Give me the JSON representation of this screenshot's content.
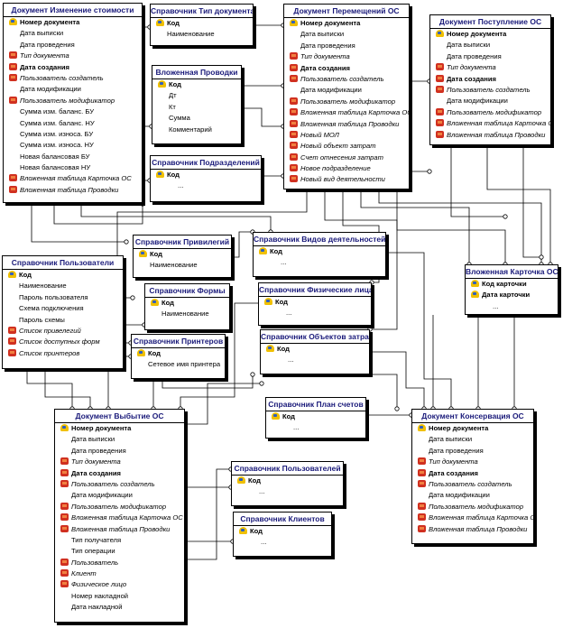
{
  "entities": {
    "change_value": {
      "title": "Документ Изменение стоимости",
      "fields": [
        {
          "label": "Номер документа",
          "icon": "key-icon",
          "bold": true
        },
        {
          "label": "Дата выписки"
        },
        {
          "label": "Дата проведения"
        },
        {
          "label": "Тип документа",
          "icon": "fk-icon",
          "italic": true
        },
        {
          "label": "Дата создания",
          "icon": "fk-icon",
          "bold": true
        },
        {
          "label": "Пользователь создатель",
          "icon": "fk-icon",
          "italic": true
        },
        {
          "label": "Дата модификации"
        },
        {
          "label": "Пользователь модификатор",
          "icon": "fk-icon",
          "italic": true
        },
        {
          "label": "Сумма изм. баланс. БУ"
        },
        {
          "label": "Сумма изм. баланс. НУ"
        },
        {
          "label": "Сумма изм. износа. БУ"
        },
        {
          "label": "Сумма изм. износа. НУ"
        },
        {
          "label": "Новая балансовая БУ"
        },
        {
          "label": "Новая балансовая НУ"
        },
        {
          "label": "Вложенная таблица Карточка ОС",
          "icon": "fk-icon",
          "italic": true
        },
        {
          "label": "Вложенная таблица Проводки",
          "icon": "fk-icon",
          "italic": true
        }
      ]
    },
    "doc_type": {
      "title": "Справочник Тип документа",
      "fields": [
        {
          "label": "Код",
          "icon": "key-icon",
          "bold": true
        },
        {
          "label": "Наименование"
        }
      ]
    },
    "nested_postings": {
      "title": "Вложенная Проводки",
      "fields": [
        {
          "label": "Код",
          "icon": "key-icon",
          "bold": true
        },
        {
          "label": "Дт"
        },
        {
          "label": "Кт"
        },
        {
          "label": "Сумма"
        },
        {
          "label": "Комментарий"
        }
      ]
    },
    "move": {
      "title": "Документ Перемещений ОС",
      "fields": [
        {
          "label": "Номер документа",
          "icon": "key-icon",
          "bold": true
        },
        {
          "label": "Дата выписки"
        },
        {
          "label": "Дата проведения"
        },
        {
          "label": "Тип документа",
          "icon": "fk-icon",
          "italic": true
        },
        {
          "label": "Дата создания",
          "icon": "fk-icon",
          "bold": true
        },
        {
          "label": "Пользователь создатель",
          "icon": "fk-icon",
          "italic": true
        },
        {
          "label": "Дата модификации"
        },
        {
          "label": "Пользователь модификатор",
          "icon": "fk-icon",
          "italic": true
        },
        {
          "label": "Вложенная таблица Карточка ОС",
          "icon": "fk-icon",
          "italic": true
        },
        {
          "label": "Вложенная таблица Проводки",
          "icon": "fk-icon",
          "italic": true
        },
        {
          "label": "Новый МОЛ",
          "icon": "fk-icon",
          "italic": true
        },
        {
          "label": "Новый объект затрат",
          "icon": "fk-icon",
          "italic": true
        },
        {
          "label": "Счет отнесения затрат",
          "icon": "fk-icon",
          "italic": true
        },
        {
          "label": "Новое подразделение",
          "icon": "fk-icon",
          "italic": true
        },
        {
          "label": "Новый вид деятельности",
          "icon": "fk-icon",
          "italic": true
        }
      ]
    },
    "receipt": {
      "title": "Документ Поступление ОС",
      "fields": [
        {
          "label": "Номер документа",
          "icon": "key-icon",
          "bold": true
        },
        {
          "label": "Дата выписки"
        },
        {
          "label": "Дата проведения"
        },
        {
          "label": "Тип документа",
          "icon": "fk-icon",
          "italic": true
        },
        {
          "label": "Дата создания",
          "icon": "fk-icon",
          "bold": true
        },
        {
          "label": "Пользователь создатель",
          "icon": "fk-icon",
          "italic": true
        },
        {
          "label": "Дата модификации"
        },
        {
          "label": "Пользователь модификатор",
          "icon": "fk-icon",
          "italic": true
        },
        {
          "label": "Вложенная таблица Карточка ОС",
          "icon": "fk-icon",
          "italic": true
        },
        {
          "label": "Вложенная таблица Проводки",
          "icon": "fk-icon",
          "italic": true
        }
      ]
    },
    "departments": {
      "title": "Справочник Подразделений",
      "fields": [
        {
          "label": "Код",
          "icon": "key-icon",
          "bold": true
        },
        {
          "label": "..."
        }
      ]
    },
    "privileges": {
      "title": "Справочник Привилегий",
      "fields": [
        {
          "label": "Код",
          "icon": "key-icon",
          "bold": true
        },
        {
          "label": "Наименование"
        }
      ]
    },
    "activities": {
      "title": "Справочник Видов деятельностей",
      "fields": [
        {
          "label": "Код",
          "icon": "key-icon",
          "bold": true
        },
        {
          "label": "..."
        }
      ]
    },
    "users": {
      "title": "Справочник Пользователи",
      "fields": [
        {
          "label": "Код",
          "icon": "key-icon",
          "bold": true
        },
        {
          "label": "Наименование"
        },
        {
          "label": "Пароль пользователя"
        },
        {
          "label": "Схема подключения"
        },
        {
          "label": "Пароль схемы"
        },
        {
          "label": "Список привелегий",
          "icon": "fk-icon",
          "italic": true
        },
        {
          "label": "Список доступных форм",
          "icon": "fk-icon",
          "italic": true
        },
        {
          "label": "Список принтеров",
          "icon": "fk-icon",
          "italic": true
        }
      ]
    },
    "forms": {
      "title": "Справочник Формы",
      "fields": [
        {
          "label": "Код",
          "icon": "key-icon",
          "bold": true
        },
        {
          "label": "Наименование"
        }
      ]
    },
    "persons": {
      "title": "Справочник Физические лица",
      "fields": [
        {
          "label": "Код",
          "icon": "key-icon",
          "bold": true
        },
        {
          "label": "..."
        }
      ]
    },
    "nested_card": {
      "title": "Вложенная Карточка ОС",
      "fields": [
        {
          "label": "Код карточки",
          "icon": "key-icon",
          "bold": true
        },
        {
          "label": "Дата карточки",
          "icon": "key-icon",
          "bold": true
        },
        {
          "label": "..."
        }
      ]
    },
    "printers": {
      "title": "Справочник Принтеров",
      "fields": [
        {
          "label": "Код",
          "icon": "key-icon",
          "bold": true
        },
        {
          "label": "Сетевое имя принтера"
        }
      ]
    },
    "cost_objects": {
      "title": "Справочник Объектов затрат",
      "fields": [
        {
          "label": "Код",
          "icon": "key-icon",
          "bold": true
        },
        {
          "label": "..."
        }
      ]
    },
    "accounts": {
      "title": "Справочник План счетов",
      "fields": [
        {
          "label": "Код",
          "icon": "key-icon",
          "bold": true
        },
        {
          "label": "..."
        }
      ]
    },
    "disposal": {
      "title": "Документ Выбытие ОС",
      "fields": [
        {
          "label": "Номер документа",
          "icon": "key-icon",
          "bold": true
        },
        {
          "label": "Дата выписки"
        },
        {
          "label": "Дата проведения"
        },
        {
          "label": "Тип документа",
          "icon": "fk-icon",
          "italic": true
        },
        {
          "label": "Дата создания",
          "icon": "fk-icon",
          "bold": true
        },
        {
          "label": "Пользователь создатель",
          "icon": "fk-icon",
          "italic": true
        },
        {
          "label": "Дата модификации"
        },
        {
          "label": "Пользователь модификатор",
          "icon": "fk-icon",
          "italic": true
        },
        {
          "label": "Вложенная таблица Карточка ОС",
          "icon": "fk-icon",
          "italic": true
        },
        {
          "label": "Вложенная таблица Проводки",
          "icon": "fk-icon",
          "italic": true
        },
        {
          "label": "Тип получателя"
        },
        {
          "label": "Тип операции"
        },
        {
          "label": "Пользователь",
          "icon": "fk-icon",
          "italic": true
        },
        {
          "label": "Клиент",
          "icon": "fk-icon",
          "italic": true
        },
        {
          "label": "Физическое лицо",
          "icon": "fk-icon",
          "italic": true
        },
        {
          "label": "Номер накладной"
        },
        {
          "label": "Дата накладной"
        }
      ]
    },
    "conservation": {
      "title": "Документ Консервация ОС",
      "fields": [
        {
          "label": "Номер документа",
          "icon": "key-icon",
          "bold": true
        },
        {
          "label": "Дата выписки"
        },
        {
          "label": "Дата проведения"
        },
        {
          "label": "Тип документа",
          "icon": "fk-icon",
          "italic": true
        },
        {
          "label": "Дата создания",
          "icon": "fk-icon",
          "bold": true
        },
        {
          "label": "Пользователь создатель",
          "icon": "fk-icon",
          "italic": true
        },
        {
          "label": "Дата модификации"
        },
        {
          "label": "Пользователь модификатор",
          "icon": "fk-icon",
          "italic": true
        },
        {
          "label": "Вложенная таблица Карточка ОС",
          "icon": "fk-icon",
          "italic": true
        },
        {
          "label": "Вложенная таблица Проводки",
          "icon": "fk-icon",
          "italic": true
        }
      ]
    },
    "users2": {
      "title": "Справочник Пользователей",
      "fields": [
        {
          "label": "Код",
          "icon": "key-icon",
          "bold": true
        },
        {
          "label": "..."
        }
      ]
    },
    "clients": {
      "title": "Справочник Клиентов",
      "fields": [
        {
          "label": "Код",
          "icon": "key-icon",
          "bold": true
        },
        {
          "label": "..."
        }
      ]
    }
  }
}
